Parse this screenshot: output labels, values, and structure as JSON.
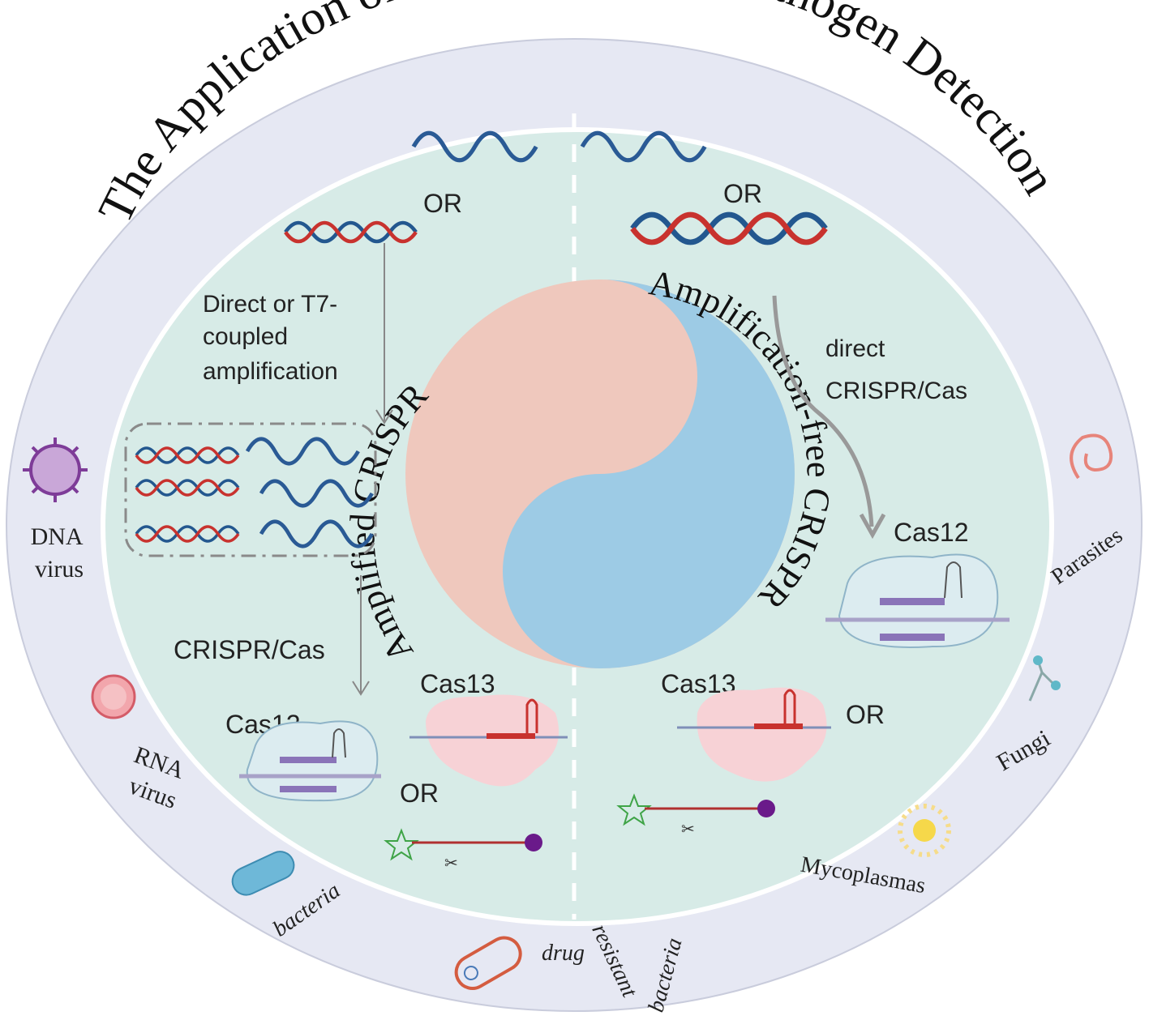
{
  "title": "The Application of CRISPR/Cas in Pathogen Detection",
  "center": {
    "left_label": "Amplified CRISPR",
    "right_label": "Amplification-free CRISPR"
  },
  "left": {
    "or_top": "OR",
    "step1": [
      "Direct or T7-",
      "coupled",
      "amplification"
    ],
    "step2": "CRISPR/Cas",
    "cas12": "Cas12",
    "cas13": "Cas13",
    "or_bottom": "OR"
  },
  "right": {
    "or_top": "OR",
    "step1": [
      "direct",
      "CRISPR/Cas"
    ],
    "cas12": "Cas12",
    "cas13": "Cas13",
    "or_mid": "OR"
  },
  "pathogens": {
    "dna_virus": [
      "DNA",
      "virus"
    ],
    "rna_virus": [
      "RNA",
      "virus"
    ],
    "bacteria": "bacteria",
    "drug_resistant": [
      "drug",
      "resistant",
      "bacteria"
    ],
    "mycoplasmas": "Mycoplasmas",
    "fungi": "Fungi",
    "parasites": "Parasites"
  },
  "colors": {
    "ring": "#e6e8f3",
    "inner": "#d7ebe7",
    "amplified": "#efc8bd",
    "amplification_free": "#9dcbe5",
    "dna_red": "#c8322e",
    "dna_blue": "#23578f",
    "rna": "#2a5a95"
  }
}
